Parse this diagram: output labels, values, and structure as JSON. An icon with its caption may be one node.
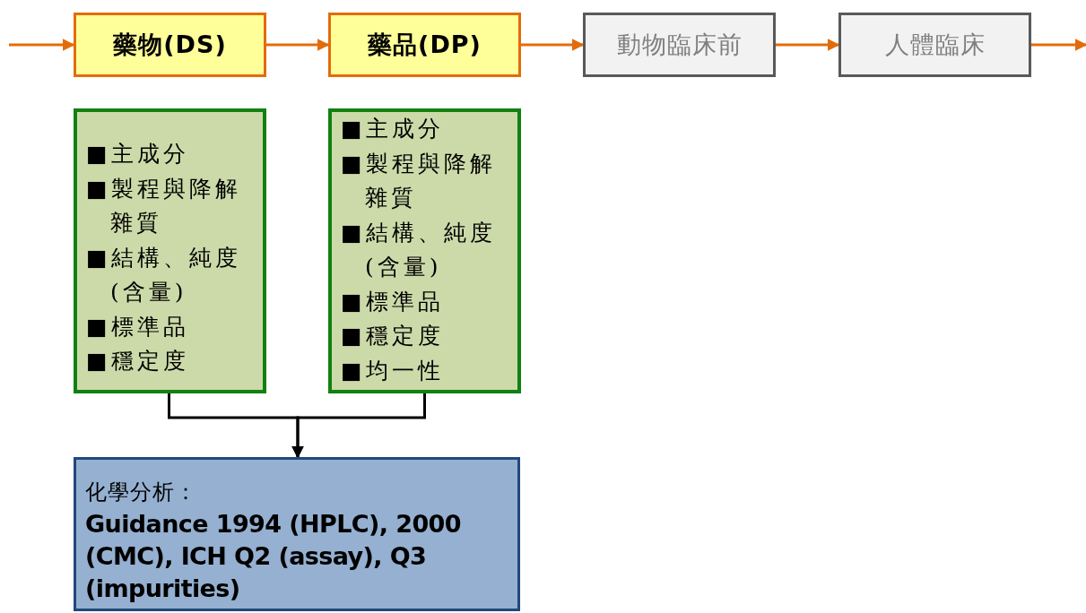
{
  "diagram": {
    "nodes": [
      {
        "text": [
          "藥物(DS)"
        ]
      },
      {
        "text": [
          "藥品(DP)"
        ]
      },
      {
        "text": [
          "動物臨床前"
        ]
      },
      {
        "text": [
          "人體臨床"
        ]
      },
      {
        "text": [
          "■主成分",
          "■製程與降解雜質",
          "■結構、純度(含量)",
          "■標準品",
          "■穩定度"
        ]
      },
      {
        "text": [
          "■主成分",
          "■製程與降解雜質",
          "■結構、純度(含量)",
          "■標準品",
          "■穩定度",
          "■均一性"
        ]
      },
      {
        "text": [
          "化學分析：",
          "Guidance 1994 (HPLC), 2000 (CMC), ICH Q2 (assay), Q3 (impurities)"
        ]
      }
    ],
    "edges": [
      {
        "from": null,
        "to": 0,
        "arrow": "to"
      },
      {
        "from": 0,
        "to": 1,
        "arrow": "to"
      },
      {
        "from": 1,
        "to": 2,
        "arrow": "to"
      },
      {
        "from": 2,
        "to": 3,
        "arrow": "to"
      },
      {
        "from": 3,
        "to": null,
        "arrow": "to"
      },
      {
        "from": 4,
        "to": 6,
        "arrow": "to",
        "color": "#000000"
      },
      {
        "from": 5,
        "to": 6,
        "arrow": "to",
        "color": "#000000"
      }
    ]
  }
}
